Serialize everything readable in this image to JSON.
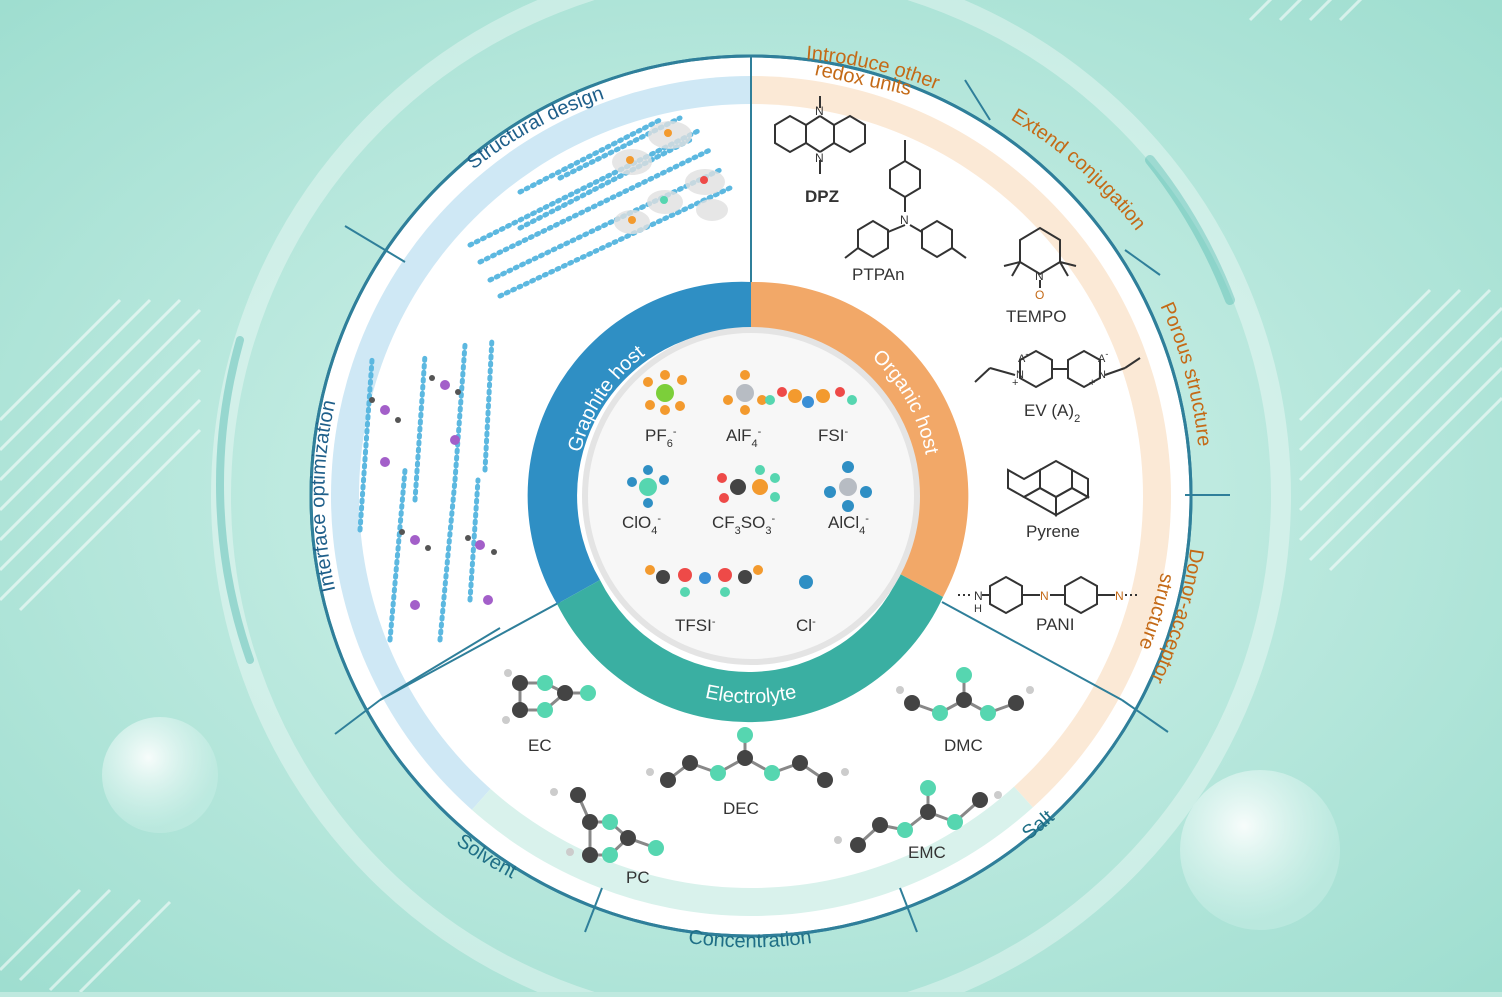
{
  "colors": {
    "background": "#bfe9df",
    "graphite": "#2f8fc4",
    "organic": "#f2a868",
    "electrolyte": "#3aafa2",
    "blue_band": "#cfe8f5",
    "orange_band": "#fbe9d6",
    "teal_band": "#d9f2ec",
    "ring_outline": "#2f7f9a",
    "segment_text_blue": "#1f5f8a",
    "segment_text_orange": "#c46a17",
    "segment_text_teal": "#1f6f86"
  },
  "inner_ring": {
    "graphite": "Graphite host",
    "organic": "Organic host",
    "electrolyte": "Electrolyte"
  },
  "graphite_segments": {
    "structural": "Structural design",
    "interface": "Interface optimization"
  },
  "organic_segments": {
    "redox_line1": "Introduce other",
    "redox_line2": "redox units",
    "conjugation": "Extend conjugation",
    "porous": "Porous structure",
    "donor_line1": "Donor-acceptor",
    "donor_line2": "structure"
  },
  "electrolyte_segments": {
    "solvent": "Solvent",
    "concentration": "Concentration",
    "salt": "Salt"
  },
  "anions": [
    {
      "base": "PF",
      "sub": "6",
      "sup": "-"
    },
    {
      "base": "AlF",
      "sub": "4",
      "sup": "-"
    },
    {
      "base": "FSI",
      "sub": "",
      "sup": "-"
    },
    {
      "base": "ClO",
      "sub": "4",
      "sup": "-"
    },
    {
      "base": "CF",
      "sub": "3",
      "base2": "SO",
      "sub2": "3",
      "sup": "-"
    },
    {
      "base": "AlCl",
      "sub": "4",
      "sup": "-"
    },
    {
      "base": "TFSI",
      "sub": "",
      "sup": "-"
    },
    {
      "base": "Cl",
      "sub": "",
      "sup": "-"
    }
  ],
  "organic_molecules": {
    "dpz": "DPZ",
    "ptpan": "PTPAn",
    "tempo": "TEMPO",
    "ev": "EV (A)",
    "ev_sub": "2",
    "ev_sup": "A",
    "pyrene": "Pyrene",
    "pani": "PANI",
    "atom_n": "N",
    "atom_o": "O",
    "atom_h": "H",
    "plus": "+"
  },
  "solvents": {
    "ec": "EC",
    "pc": "PC",
    "dec": "DEC",
    "dmc": "DMC",
    "emc": "EMC"
  }
}
